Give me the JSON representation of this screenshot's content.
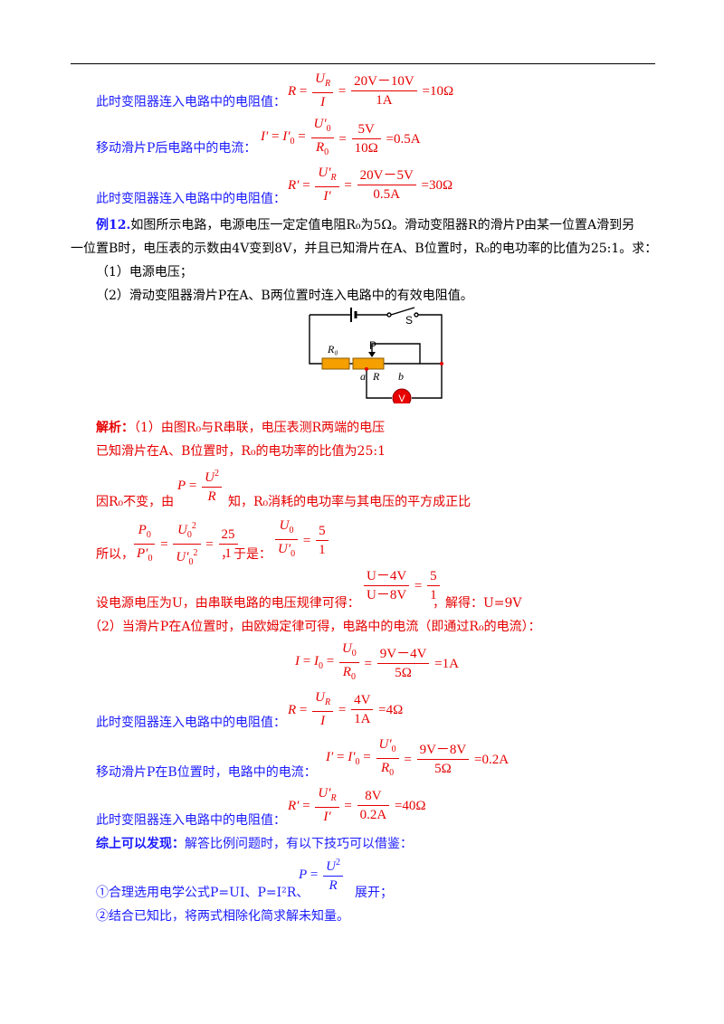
{
  "lines": {
    "l1": "此时变阻器连入电路中的电阻值：",
    "l2": "移动滑片P后电路中的电流：",
    "l3": "此时变阻器连入电路中的电阻值：",
    "ex_label": "例12.",
    "ex_text1": "如图所示电路，电源电压一定定值电阻R₀为5Ω。滑动变阻器R的滑片P由某一位置A滑到另",
    "ex_text2": "一位置B时，电压表的示数由4V变到8V，并且已知滑片在A、B位置时，R₀的电功率的比值为25:1。求：",
    "q1": "（1）电源电压；",
    "q2": "（2）滑动变阻器滑片P在A、B两位置时连入电路中的有效电阻值。",
    "ana_label": "解析：",
    "ana_text": "（1）由图R₀与R串联，电压表测R两端的电压",
    "known": "已知滑片在A、B位置时，R₀的电功率的比值为25:1",
    "since_a": "因R₀不变，由",
    "since_b": "知，R₀消耗的电功率与其电压的平方成正比",
    "so": "所以，",
    "then": "，于是：",
    "set_u": "设电源电压为U，由串联电路的电压规律可得：",
    "solve": "，解得：U=9V",
    "part2": "（2）当滑片P在A位置时，由欧姆定律可得，电路中的电流（即通过R₀的电流）：",
    "l4": "此时变阻器连入电路中的电阻值：",
    "l5": "移动滑片P在B位置时，电路中的电流：",
    "l6": "此时变阻器连入电路中的电阻值：",
    "summary_label": "综上可以发现：",
    "summary_text": "解答比例问题时，有以下技巧可以借鉴：",
    "tip1": "①合理选用电学公式P=UI、P=I²R、",
    "tip1_end": "展开；",
    "tip2": "②结合已知比，将两式相除化简求解未知量。"
  },
  "formulas": {
    "f1_num": "20V－10V",
    "f1_den": "1A",
    "f1_res": "=10Ω",
    "f2_num": "5V",
    "f2_den": "10Ω",
    "f2_res": "=0.5A",
    "f3_num": "20V－5V",
    "f3_den": "0.5A",
    "f3_res": "=30Ω",
    "f4_ratio": "25",
    "f4_ratio_den": "1",
    "f5_ratio": "5",
    "f5_ratio_den": "1",
    "f6_num": "U－4V",
    "f6_den": "U－8V",
    "f6_r_num": "5",
    "f6_r_den": "1",
    "f7_num": "9V－4V",
    "f7_den": "5Ω",
    "f7_res": "=1A",
    "f8_num": "4V",
    "f8_den": "1A",
    "f8_res": "=4Ω",
    "f9_num": "9V－8V",
    "f9_den": "5Ω",
    "f9_res": "=0.2A",
    "f10_num": "8V",
    "f10_den": "0.2A",
    "f10_res": "=40Ω"
  },
  "circuit": {
    "switch_label": "S",
    "r0_label": "R₀",
    "p_label": "P",
    "a_label": "a",
    "r_label": "R",
    "b_label": "b",
    "meter_label": "V"
  },
  "colors": {
    "blue": "#1a1aff",
    "red": "#e60000",
    "resistor": "#f4a000"
  }
}
